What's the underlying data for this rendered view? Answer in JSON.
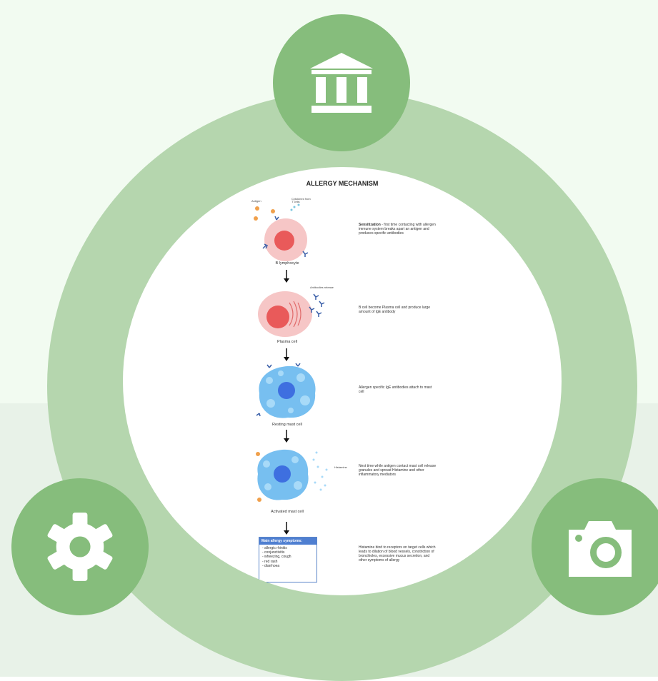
{
  "icons": {
    "top": "bank-icon",
    "left": "gear-icon",
    "right": "camera-icon"
  },
  "colors": {
    "ring": "#b5d6ae",
    "badge": "#86bd7c",
    "background_top": "#f2fbf1",
    "background_bottom": "#e8f2e8"
  },
  "diagram": {
    "title": "ALLERGY MECHANISM",
    "labels": {
      "antigen": "Antigen",
      "cytokines": "Cytokines from T cells",
      "antibodies": "Antibodies release",
      "histamine": "Histamine"
    },
    "stages": [
      {
        "caption": "B lymphocyte",
        "desc_bold": "Sensitization",
        "desc": " - first time contacting with allergen immune system breaks apart an antigen and produces specific antibodies"
      },
      {
        "caption": "Plasma cell",
        "desc_bold": "",
        "desc": "B cell become Plasma cell and produce large amount of IgE antibody"
      },
      {
        "caption": "Resting mast cell",
        "desc_bold": "",
        "desc": "Allergen specific IgE antibodies attach to mast cell"
      },
      {
        "caption": "Activated mast cell",
        "desc_bold": "",
        "desc": "Next time while antigen contact mast cell release granules and spread Histamine and other inflammatory mediators"
      },
      {
        "caption": "",
        "desc_bold": "",
        "desc": "Histamine bind to receptors on target cells which leads to dilation of blood vessels, constriction of bronchioles, excessive mucus secretion, and other symptoms of allergy"
      }
    ],
    "symptoms": {
      "heading": "Main allergy symptoms:",
      "items": [
        "- allergic rhinitis",
        "- conjunctivitis",
        "- wheezing, cough",
        "- red rash",
        "- diarrhoea"
      ]
    }
  }
}
